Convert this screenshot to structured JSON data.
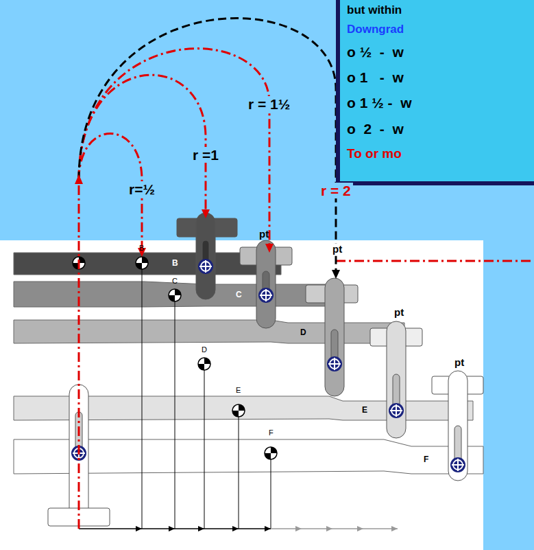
{
  "diagram": {
    "nodes": [
      {
        "text": [
          "but within",
          "Downgrad",
          "o ½  -  w",
          "o 1   -  w",
          "o 1 ½ -  w",
          "o  2  -  w",
          "To or mo"
        ]
      }
    ],
    "labels": [
      "r=½",
      "r =1",
      "r = 1½",
      "r = 2",
      "pt",
      "pt",
      "pt",
      "pt",
      "B",
      "C",
      "D",
      "E",
      "F",
      "B",
      "C",
      "D",
      "E",
      "F"
    ]
  }
}
